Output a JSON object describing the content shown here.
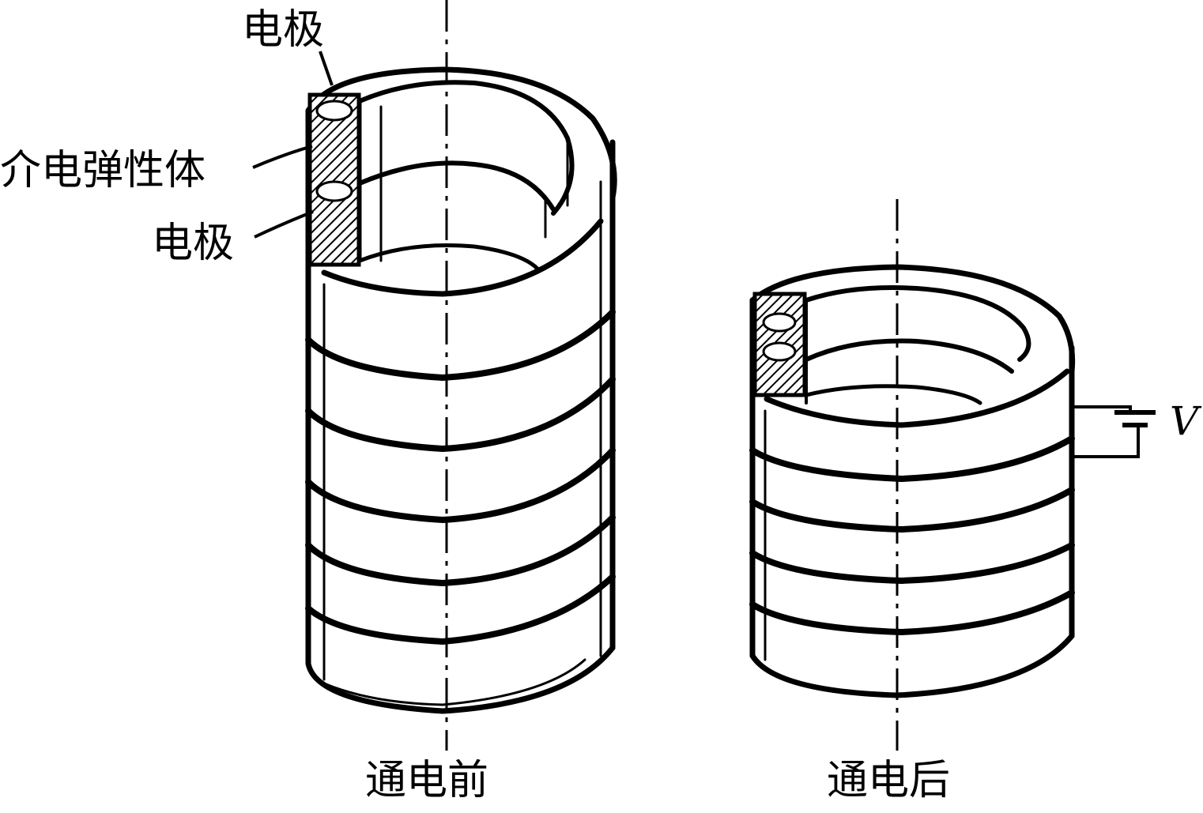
{
  "labels": {
    "top_electrode": "电极",
    "dielectric_elastomer": "介电弹性体",
    "bottom_electrode": "电极",
    "before_power": "通电前",
    "after_power": "通电后",
    "voltage": "V"
  },
  "colors": {
    "stroke": "#000000",
    "background": "#ffffff"
  }
}
